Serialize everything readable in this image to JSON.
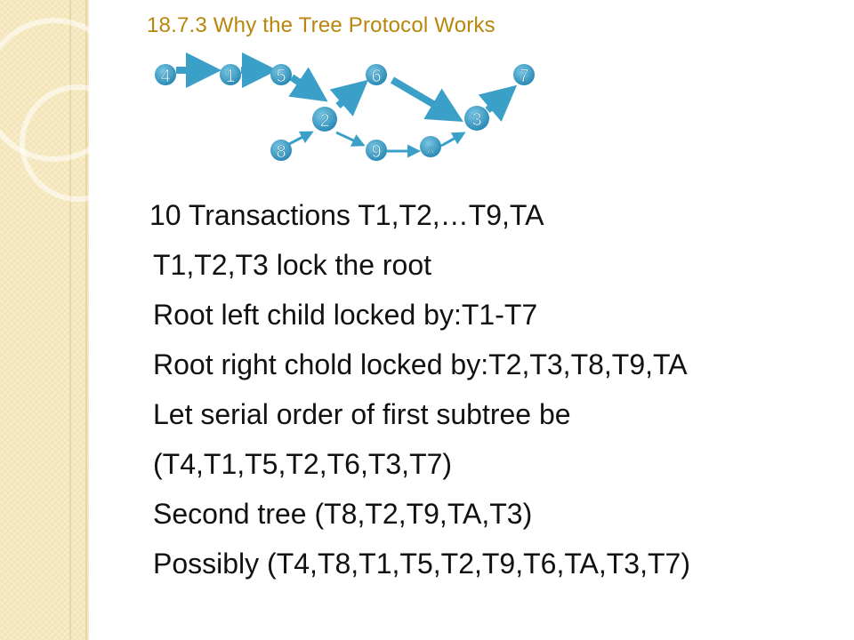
{
  "slide": {
    "title": "18.7.3 Why the Tree Protocol Works",
    "lines": [
      "10 Transactions T1,T2,…T9,TA",
      "T1,T2,T3 lock the root",
      "Root left child locked by:T1-T7",
      "Root right chold locked by:T2,T3,T8,T9,TA",
      "Let serial order of first subtree be",
      "(T4,T1,T5,T2,T6,T3,T7)",
      "Second tree (T8,T2,T9,TA,T3)",
      "Possibly (T4,T8,T1,T5,T2,T9,T6,TA,T3,T7)"
    ]
  },
  "diagram": {
    "nodes": [
      "4",
      "1",
      "5",
      "2",
      "6",
      "3",
      "7",
      "8",
      "9",
      "A"
    ],
    "node_color": "#3aa0c8",
    "arrow_color": "#3aa0c8"
  }
}
